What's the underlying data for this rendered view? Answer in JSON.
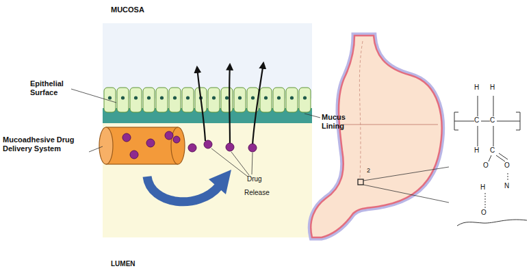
{
  "diagram": {
    "labels": [
      "MUCOSA",
      "Epithelial Surface",
      "Mucus Lining",
      "Mucoadhesive Drug Delivery System",
      "Drug",
      "Release",
      "LUMEN",
      "2",
      "H",
      "H",
      "C",
      "C",
      "H",
      "C",
      "O",
      "O",
      "H",
      "N",
      "O"
    ]
  }
}
